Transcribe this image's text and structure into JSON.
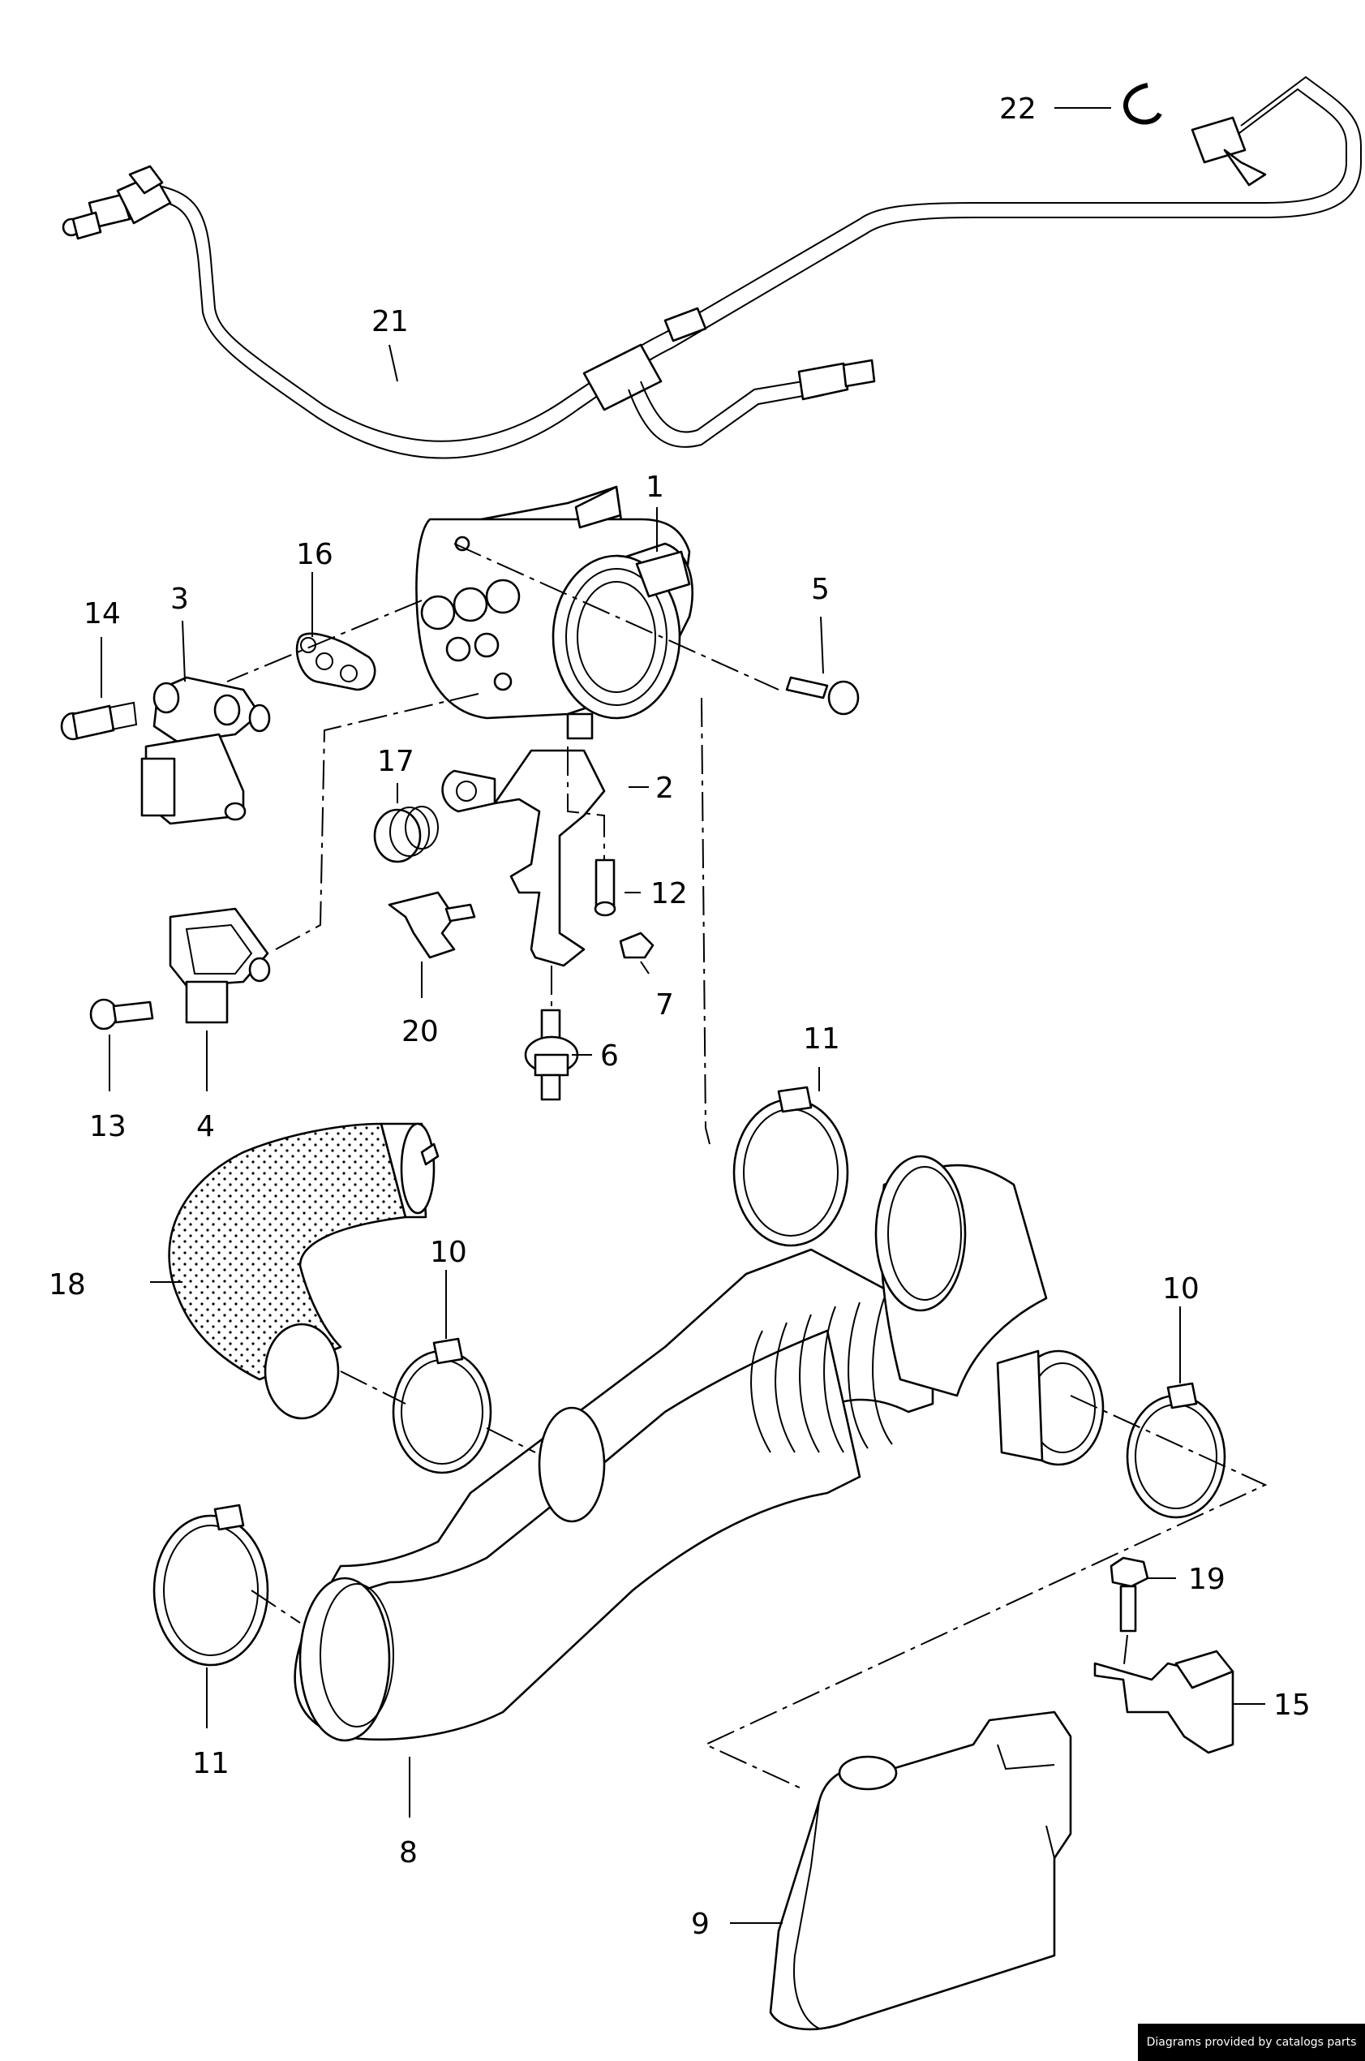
{
  "diagram": {
    "callouts": [
      {
        "id": "1",
        "label": "1"
      },
      {
        "id": "2",
        "label": "2"
      },
      {
        "id": "3",
        "label": "3"
      },
      {
        "id": "4",
        "label": "4"
      },
      {
        "id": "5",
        "label": "5"
      },
      {
        "id": "6",
        "label": "6"
      },
      {
        "id": "7",
        "label": "7"
      },
      {
        "id": "8",
        "label": "8"
      },
      {
        "id": "9",
        "label": "9"
      },
      {
        "id": "10a",
        "label": "10"
      },
      {
        "id": "10b",
        "label": "10"
      },
      {
        "id": "11a",
        "label": "11"
      },
      {
        "id": "11b",
        "label": "11"
      },
      {
        "id": "12",
        "label": "12"
      },
      {
        "id": "13",
        "label": "13"
      },
      {
        "id": "14",
        "label": "14"
      },
      {
        "id": "15",
        "label": "15"
      },
      {
        "id": "16",
        "label": "16"
      },
      {
        "id": "17",
        "label": "17"
      },
      {
        "id": "18",
        "label": "18"
      },
      {
        "id": "19",
        "label": "19"
      },
      {
        "id": "20",
        "label": "20"
      },
      {
        "id": "21",
        "label": "21"
      },
      {
        "id": "22",
        "label": "22"
      }
    ]
  },
  "credit": "Diagrams provided by catalogs parts"
}
